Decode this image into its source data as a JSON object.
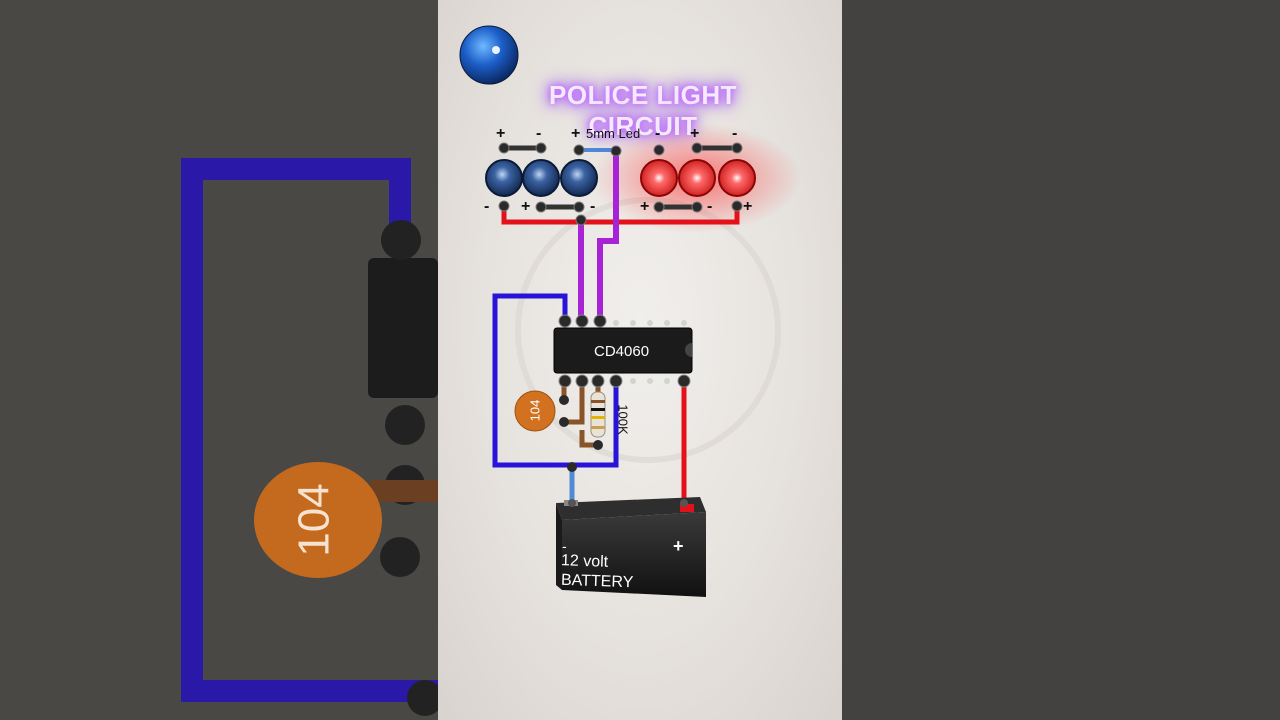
{
  "title": "POLICE LIGHT CIRCUIT",
  "led_label": "5mm Led",
  "chip_label": "CD4060",
  "capacitor_label": "104",
  "resistor_label": "100K",
  "battery_label_line1": "12 volt",
  "battery_label_line2": "BATTERY",
  "top_polarity": [
    "+",
    "-",
    "+",
    "-",
    "+",
    "-"
  ],
  "bottom_polarity": [
    "-",
    "+",
    "-",
    "+",
    "-",
    "+"
  ],
  "battery_minus": "-",
  "battery_plus": "+",
  "side_capacitor_label": "104",
  "colors": {
    "blue_led": "#1c3f7a",
    "red_led": "#e32222",
    "wire_red": "#e3121a",
    "wire_purple": "#a624d6",
    "wire_blue": "#2814d8",
    "wire_lightblue": "#4e8ad6",
    "wire_brown": "#8a5328",
    "capacitor": "#d27220",
    "chip": "#1b1b1b"
  },
  "icons": [
    "blue-ball-logo-icon"
  ]
}
